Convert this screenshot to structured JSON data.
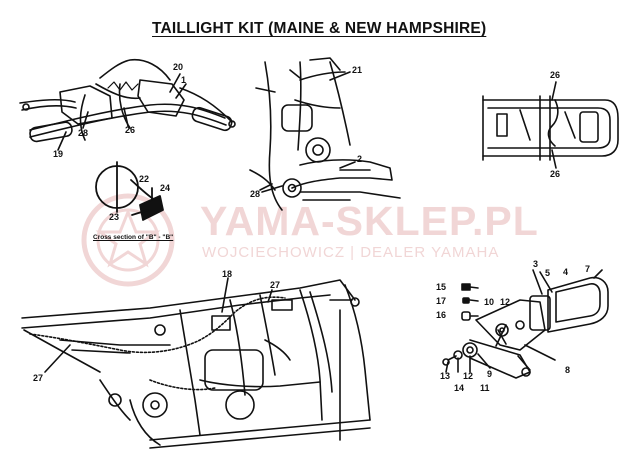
{
  "title": "TAILLIGHT KIT (MAINE & NEW HAMPSHIRE)",
  "watermark": {
    "main": "YAMA-SKLEP.PL",
    "sub": "WOJCIECHOWICZ | DEALER YAMAHA",
    "color": "#f1d6d6"
  },
  "section_caption": "Cross section of \"B\" - \"B\"",
  "callouts": {
    "handlebar": [
      "20",
      "1",
      "28",
      "26",
      "19"
    ],
    "frame_neck": [
      "21",
      "2",
      "28"
    ],
    "rear_rack": [
      "26",
      "26"
    ],
    "cross_section": [
      "22",
      "24",
      "23"
    ],
    "frame_main": [
      "18",
      "27",
      "27"
    ],
    "taillight": [
      "3",
      "5",
      "4",
      "7",
      "15",
      "17",
      "16",
      "10",
      "12",
      "8",
      "13",
      "14",
      "12",
      "11",
      "9"
    ]
  }
}
